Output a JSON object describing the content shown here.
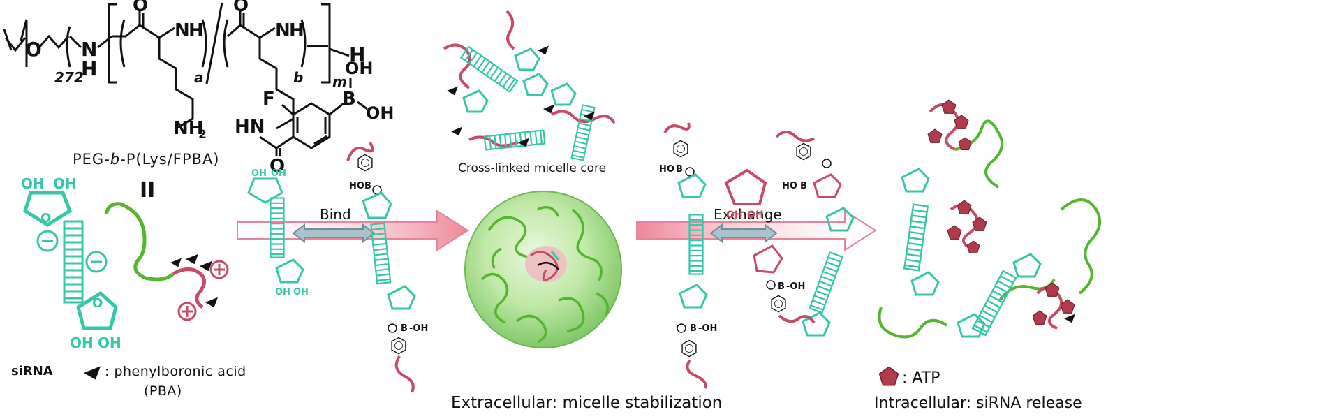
{
  "polymer": {
    "atoms": {
      "O_ether": "O",
      "N_peg": "N",
      "H_peg": "H",
      "carbonyl_O1": "O",
      "NH_1": "N",
      "H_1": "H",
      "carbonyl_O2": "O",
      "NH_2": "N",
      "H_2": "H",
      "H_end": "H",
      "NH2_side": "NH",
      "NH2_sub": "2",
      "HN_amide": "HN",
      "amide_O": "O",
      "F": "F",
      "B": "B",
      "OH_top": "OH",
      "OH_right": "OH"
    },
    "subscripts": {
      "peg_n": "272",
      "a": "a",
      "b": "b",
      "m": "m"
    },
    "name_prefix": "PEG-",
    "name_italic": "b",
    "name_suffix": "-P(Lys/FPBA)",
    "equals": "II"
  },
  "labels": {
    "sirna": "siRNA",
    "pba_line1": ": phenylboronic acid",
    "pba_line2": "(PBA)",
    "bind": "Bind",
    "exchange": "Exchange",
    "crosslinked": "Cross-linked micelle core",
    "extracellular": "Extracellular: micelle stabilization",
    "intracellular": "Intracellular: siRNA release",
    "atp": ": ATP"
  },
  "sugar_oh": {
    "oh": "OH",
    "ho": "HO",
    "b": "B"
  },
  "colors": {
    "sirna": "#35c7a8",
    "polymer_cationic": "#c94a63",
    "peg": "#54b52e",
    "arrow": "#f2a0ae",
    "exchange_arrow": "#9fc0cc",
    "micelle": "#b9e6a0",
    "atp": "#b23a4d"
  },
  "icons": [
    "phenylboronic-acid-triangle-icon",
    "atp-pentagon-icon",
    "anionic-charge-icon",
    "cationic-charge-icon"
  ]
}
